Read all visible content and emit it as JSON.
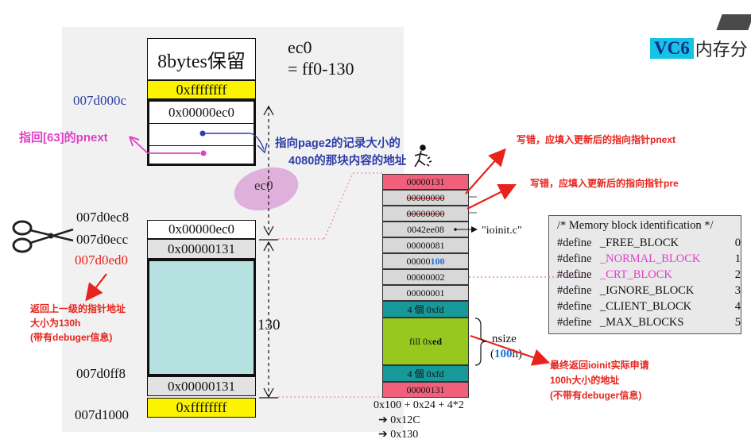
{
  "title": {
    "vc6": "VC6",
    "rest": "内存分"
  },
  "left_block": {
    "header": "8bytes保留",
    "rows": {
      "top_fill": "0xffffffff",
      "ec0_first": "0x00000ec0",
      "ec0_second": "0x00000ec0",
      "size_top": "0x00000131",
      "size_bottom": "0x00000131",
      "bottom_fill": "0xffffffff"
    }
  },
  "formula": {
    "line1": "ec0",
    "line2": "= ff0-130"
  },
  "addresses": {
    "a1": "007d000c",
    "a2": "007d0ec8",
    "a3": "007d0ecc",
    "a4": "007d0ed0",
    "a5": "007d0ff8",
    "a6": "007d1000"
  },
  "labels": {
    "pnext_back": "指回[63]的pnext",
    "page2_line1": "指向page2的记录大小的",
    "page2_line2": "4080的那块内容的地址",
    "bubble": "ec0",
    "size_130": "130",
    "return_note_1": "返回上一级的指针地址",
    "return_note_2": "大小为130h",
    "return_note_3": "(带有debuger信息)",
    "write_err_pnext": "写错，应填入更新后的指向指针pnext",
    "write_err_pre": "写错，应填入更新后的指向指针pre",
    "final_1": "最终返回ioinit实际申请",
    "final_2": "100h大小的地址",
    "final_3": "(不带有debuger信息)",
    "ioinit": "\"ioinit.c\"",
    "nsize": "nsize",
    "nsize_val": "100",
    "nsize_open": "(",
    "nsize_close": "h)"
  },
  "right_block": {
    "c1": "00000131",
    "c2": "00000000",
    "c3": "00000000",
    "c4": "0042ee08",
    "c5": "00000081",
    "c6_a": "00000",
    "c6_b": "100",
    "c7": "00000002",
    "c8": "00000001",
    "c9": "4 個 0xfd",
    "fill_a": "fill 0x",
    "fill_b": "ed",
    "c10": "4 個 0xfd",
    "c11": "00000131"
  },
  "calc": {
    "line1": "0x100 + 0x24 + 4*2",
    "line2": "0x12C",
    "line3": "0x130"
  },
  "defines": {
    "comment": "/* Memory block identification */",
    "items": [
      {
        "d": "#define",
        "n": "_FREE_BLOCK",
        "v": "0"
      },
      {
        "d": "#define",
        "n": "_NORMAL_BLOCK",
        "v": "1"
      },
      {
        "d": "#define",
        "n": "_CRT_BLOCK",
        "v": "2"
      },
      {
        "d": "#define",
        "n": "_IGNORE_BLOCK",
        "v": "3"
      },
      {
        "d": "#define",
        "n": "_CLIENT_BLOCK",
        "v": "4"
      },
      {
        "d": "#define",
        "n": "_MAX_BLOCKS",
        "v": "5"
      }
    ]
  },
  "colors": {
    "yellow": "#fbf300",
    "cyan": "#b5e2e0",
    "red": "#e8231c",
    "teal": "#17999a",
    "green": "#96c81f",
    "pink": "#f0607a",
    "magenta": "#e040c8",
    "blue": "#2d3da8"
  }
}
